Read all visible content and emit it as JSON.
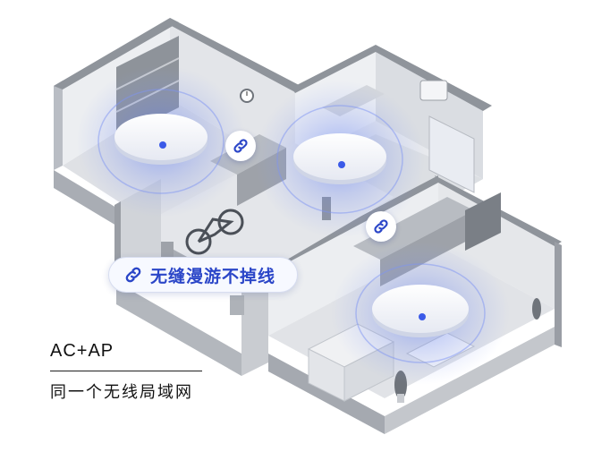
{
  "badge": {
    "text": "无缝漫游不掉线",
    "icon": "link-icon"
  },
  "caption": {
    "title": "AC+AP",
    "subtitle": "同一个无线局域网"
  },
  "colors": {
    "accent": "#2b46c8",
    "wall_light": "#eceef1",
    "wall_mid": "#c9ccd1",
    "wall_dark": "#9a9ea5",
    "floor": "#dfe1e5",
    "signal": "#5b78f0"
  },
  "icons": [
    "link-icon",
    "access-point-icon",
    "bicycle-icon",
    "sofa-icon",
    "bathtub-icon",
    "plant-icon",
    "clock-icon"
  ]
}
